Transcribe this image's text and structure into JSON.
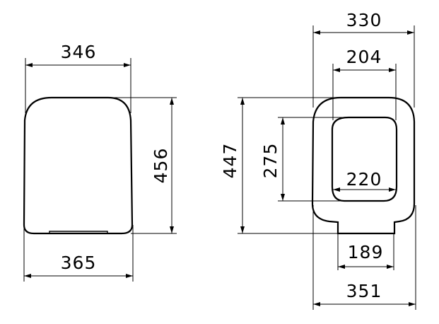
{
  "dimensions": {
    "lid_top_width": "346",
    "lid_bottom_width": "365",
    "lid_length": "456",
    "seat_top_width": "330",
    "seat_inner_top_width": "204",
    "seat_inner_bottom_width": "220",
    "seat_hinge_width": "189",
    "seat_bottom_width": "351",
    "seat_length": "447",
    "seat_inner_length": "275"
  }
}
